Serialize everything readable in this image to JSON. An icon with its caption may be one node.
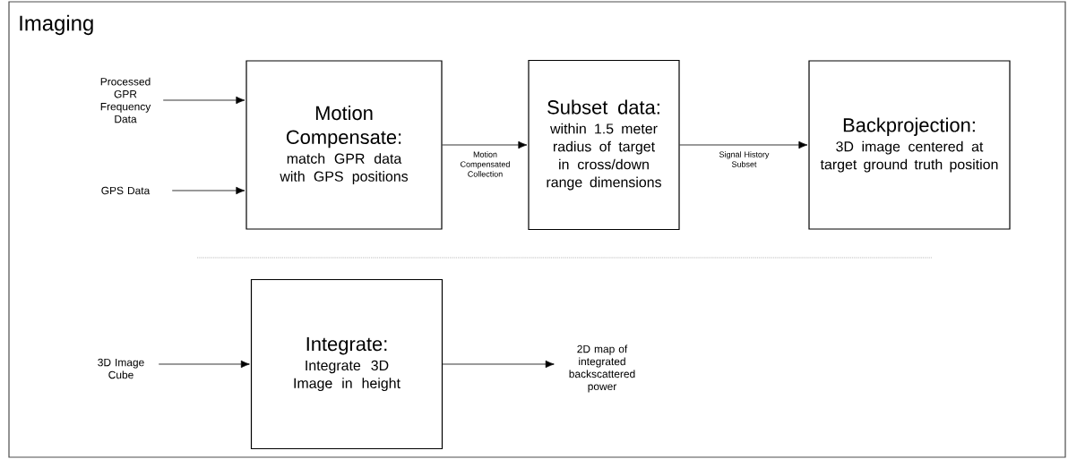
{
  "diagram": {
    "title": "Imaging",
    "nodes": [
      {
        "text": [
          "Processed GPR Frequency Data"
        ]
      },
      {
        "text": [
          "GPS Data"
        ]
      },
      {
        "text": [
          "Motion Compensate:",
          "match GPR data with GPS positions"
        ]
      },
      {
        "text": [
          "Subset data:",
          "within 1.5 meter radius of target in cross/down range dimensions"
        ]
      },
      {
        "text": [
          "Backprojection:",
          "3D image centered at target ground truth position"
        ]
      },
      {
        "text": [
          "3D Image Cube"
        ]
      },
      {
        "text": [
          "Integrate:",
          "Integrate 3D Image in height"
        ]
      },
      {
        "text": [
          "2D map of integrated backscattered power"
        ]
      }
    ],
    "edges": [
      {
        "from": 0,
        "to": 2,
        "arrow": "to"
      },
      {
        "from": 1,
        "to": 2,
        "arrow": "to"
      },
      {
        "from": 2,
        "to": 3,
        "arrow": "to",
        "label": "Motion Compensated Collection"
      },
      {
        "from": 3,
        "to": 4,
        "arrow": "to",
        "label": "Signal History Subset"
      },
      {
        "from": 5,
        "to": 6,
        "arrow": "to"
      },
      {
        "from": 6,
        "to": 7,
        "arrow": "to"
      }
    ]
  }
}
